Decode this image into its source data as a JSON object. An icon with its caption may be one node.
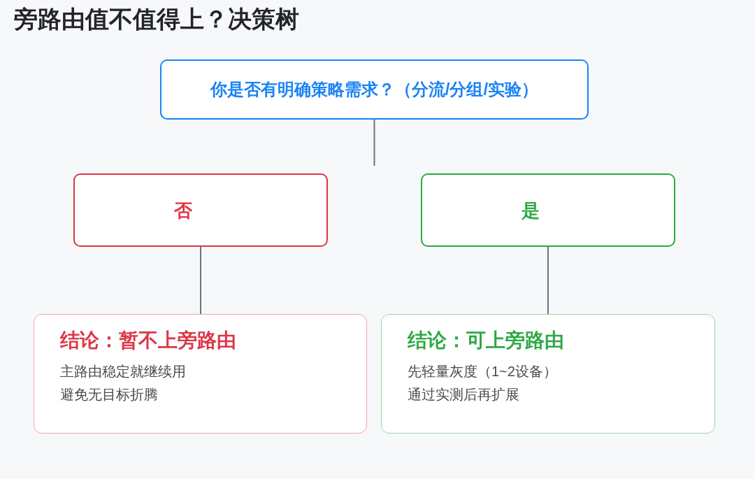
{
  "diagram": {
    "title": "旁路由值不值得上？决策树",
    "nodes": [
      {
        "text": [
          "你是否有明确策略需求？（分流/分组/实验）"
        ]
      },
      {
        "text": [
          "否"
        ]
      },
      {
        "text": [
          "是"
        ]
      },
      {
        "text": [
          "结论：暂不上旁路由",
          "主路由稳定就继续用",
          "避免无目标折腾"
        ]
      },
      {
        "text": [
          "结论：可上旁路由",
          "先轻量灰度（1~2设备）",
          "通过实测后再扩展"
        ]
      }
    ],
    "edges": [
      {
        "from": 0,
        "to": null,
        "arrow": "none"
      },
      {
        "from": 1,
        "to": 3,
        "arrow": "none"
      },
      {
        "from": 2,
        "to": 4,
        "arrow": "none"
      }
    ]
  }
}
